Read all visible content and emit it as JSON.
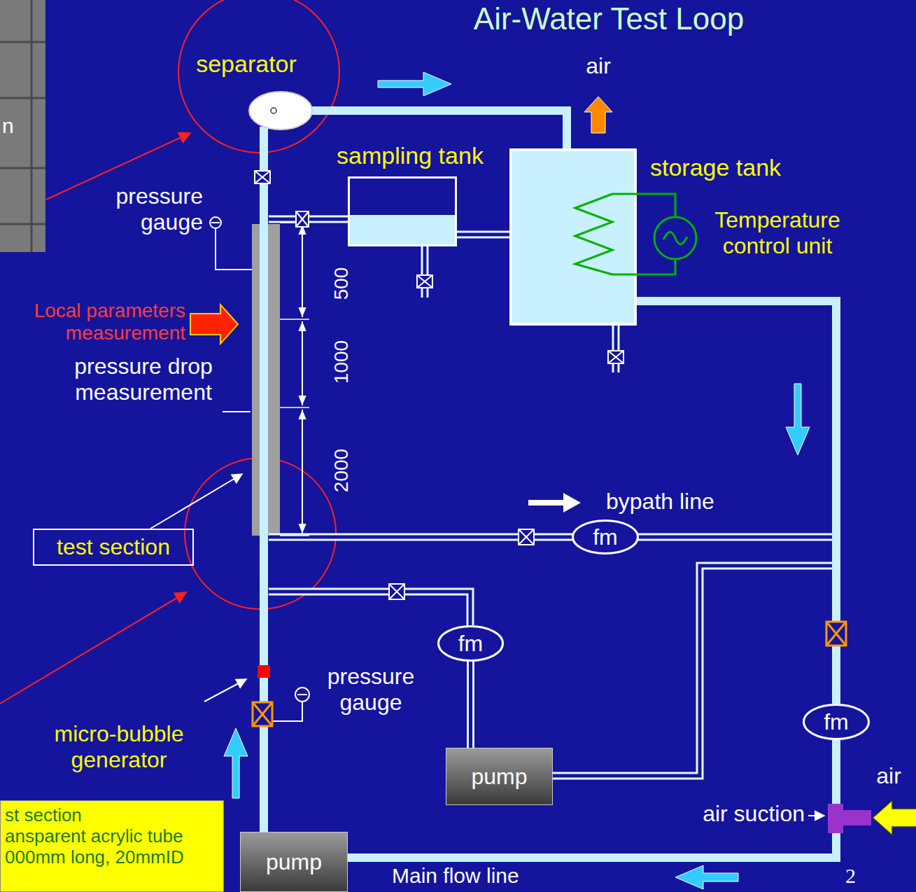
{
  "diagram": {
    "title": "Air-Water Test Loop",
    "nodes": [
      {
        "text": [
          "separator"
        ]
      },
      {
        "text": [
          "sampling tank"
        ]
      },
      {
        "text": [
          "storage tank"
        ]
      },
      {
        "text": [
          "fm"
        ]
      },
      {
        "text": [
          "fm"
        ]
      },
      {
        "text": [
          "fm"
        ]
      },
      {
        "text": [
          "pump"
        ]
      },
      {
        "text": [
          "pump"
        ]
      },
      {
        "text": [
          "test section"
        ]
      },
      {
        "text": [
          "st section",
          "ansparent acrylic tube",
          "000mm long, 20mmID"
        ]
      }
    ],
    "edges": [
      {
        "from": 0,
        "to": 2,
        "arrow": "none"
      },
      {
        "from": 1,
        "to": 2,
        "arrow": "none"
      },
      {
        "from": 2,
        "to": 5,
        "arrow": "none"
      },
      {
        "from": 5,
        "to": 7,
        "arrow": "none"
      },
      {
        "from": 7,
        "to": 0,
        "arrow": "none"
      },
      {
        "from": 6,
        "to": 4,
        "arrow": "none"
      }
    ],
    "labels": [
      "n",
      "air",
      "pressure gauge",
      "Temperature control unit",
      "Local parameters measurement",
      "500",
      "1000",
      "pressure drop measurement",
      "2000",
      "bypath line",
      "pressure gauge",
      "micro-bubble generator",
      "air suction",
      "air",
      "Main flow line",
      "2"
    ]
  }
}
